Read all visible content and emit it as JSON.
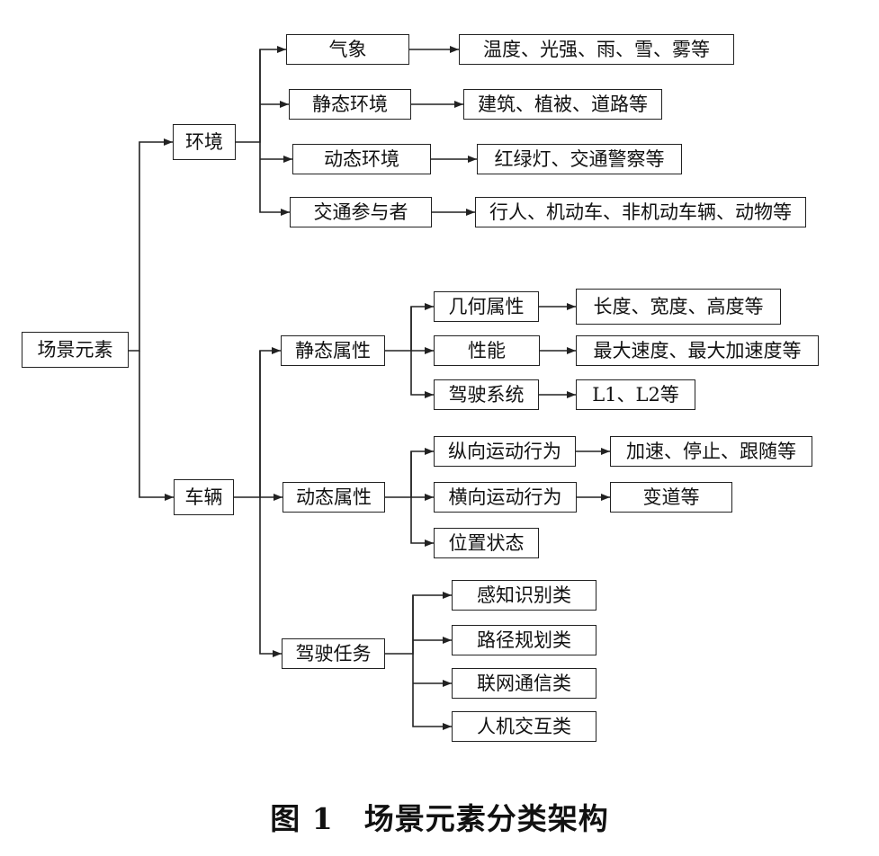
{
  "diagram": {
    "root": "场景元素",
    "environment": {
      "label": "环境",
      "children": [
        {
          "label": "气象",
          "detail": "温度、光强、雨、雪、雾等"
        },
        {
          "label": "静态环境",
          "detail": "建筑、植被、道路等"
        },
        {
          "label": "动态环境",
          "detail": "红绿灯、交通警察等"
        },
        {
          "label": "交通参与者",
          "detail": "行人、机动车、非机动车辆、动物等"
        }
      ]
    },
    "vehicle": {
      "label": "车辆",
      "static_attr": {
        "label": "静态属性",
        "children": [
          {
            "label": "几何属性",
            "detail": "长度、宽度、高度等"
          },
          {
            "label": "性能",
            "detail": "最大速度、最大加速度等"
          },
          {
            "label": "驾驶系统",
            "detail": "L1、L2等"
          }
        ]
      },
      "dynamic_attr": {
        "label": "动态属性",
        "children": [
          {
            "label": "纵向运动行为",
            "detail": "加速、停止、跟随等"
          },
          {
            "label": "横向运动行为",
            "detail": "变道等"
          },
          {
            "label": "位置状态"
          }
        ]
      },
      "driving_task": {
        "label": "驾驶任务",
        "children": [
          {
            "label": "感知识别类"
          },
          {
            "label": "路径规划类"
          },
          {
            "label": "联网通信类"
          },
          {
            "label": "人机交互类"
          }
        ]
      }
    }
  },
  "caption": "图 1　场景元素分类架构"
}
